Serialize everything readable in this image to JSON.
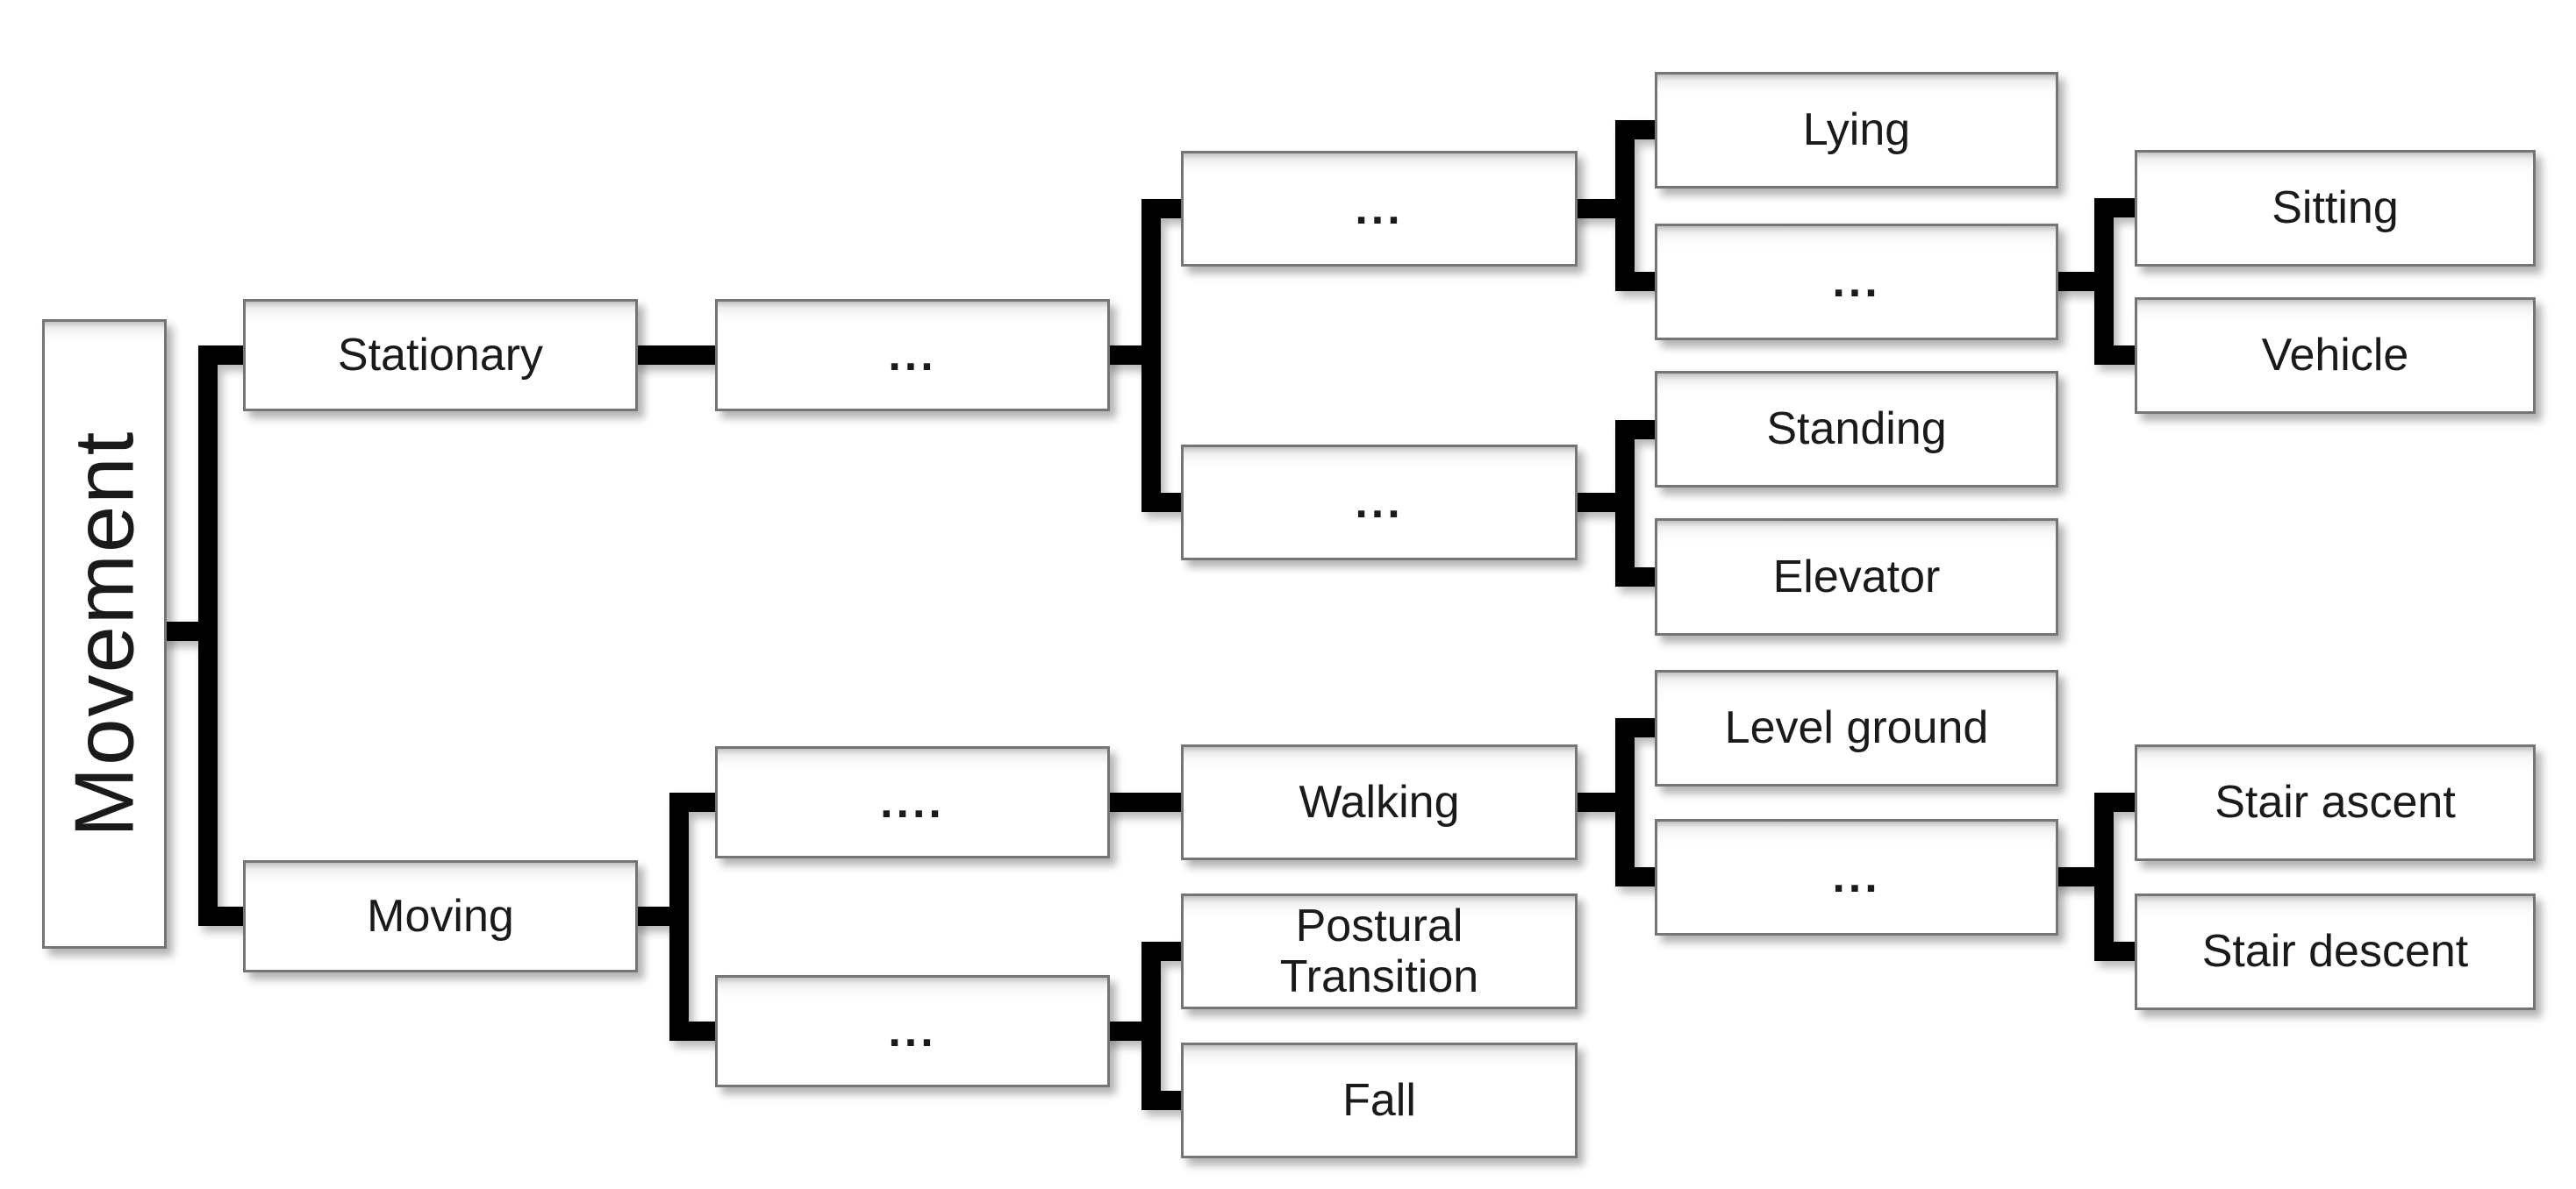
{
  "colors": {
    "background": "#ffffff",
    "box_fill": "#ffffff",
    "box_border": "#757575",
    "connector": "#000000",
    "text": "#1a1a1a"
  },
  "nodes": {
    "movement": {
      "label": "Movement"
    },
    "stationary": {
      "label": "Stationary"
    },
    "stationary_sub": {
      "label": "..."
    },
    "stationary_sub_top": {
      "label": "..."
    },
    "lying": {
      "label": "Lying"
    },
    "lying_sibling": {
      "label": "..."
    },
    "sitting": {
      "label": "Sitting"
    },
    "vehicle": {
      "label": "Vehicle"
    },
    "stationary_sub_bottom": {
      "label": "..."
    },
    "standing": {
      "label": "Standing"
    },
    "elevator": {
      "label": "Elevator"
    },
    "moving": {
      "label": "Moving"
    },
    "moving_sub_top": {
      "label": "...."
    },
    "walking": {
      "label": "Walking"
    },
    "level_ground": {
      "label": "Level ground"
    },
    "walking_sub": {
      "label": "..."
    },
    "stair_ascent": {
      "label": "Stair ascent"
    },
    "stair_descent": {
      "label": "Stair descent"
    },
    "moving_sub_bottom": {
      "label": "..."
    },
    "postural_transition": {
      "label": "Postural Transition"
    },
    "fall": {
      "label": "Fall"
    }
  },
  "edges": [
    [
      "movement",
      "stationary"
    ],
    [
      "movement",
      "moving"
    ],
    [
      "stationary",
      "stationary_sub"
    ],
    [
      "stationary_sub",
      "stationary_sub_top"
    ],
    [
      "stationary_sub",
      "stationary_sub_bottom"
    ],
    [
      "stationary_sub_top",
      "lying"
    ],
    [
      "stationary_sub_top",
      "lying_sibling"
    ],
    [
      "lying_sibling",
      "sitting"
    ],
    [
      "lying_sibling",
      "vehicle"
    ],
    [
      "stationary_sub_bottom",
      "standing"
    ],
    [
      "stationary_sub_bottom",
      "elevator"
    ],
    [
      "moving",
      "moving_sub_top"
    ],
    [
      "moving",
      "moving_sub_bottom"
    ],
    [
      "moving_sub_top",
      "walking"
    ],
    [
      "walking",
      "level_ground"
    ],
    [
      "walking",
      "walking_sub"
    ],
    [
      "walking_sub",
      "stair_ascent"
    ],
    [
      "walking_sub",
      "stair_descent"
    ],
    [
      "moving_sub_bottom",
      "postural_transition"
    ],
    [
      "moving_sub_bottom",
      "fall"
    ]
  ]
}
